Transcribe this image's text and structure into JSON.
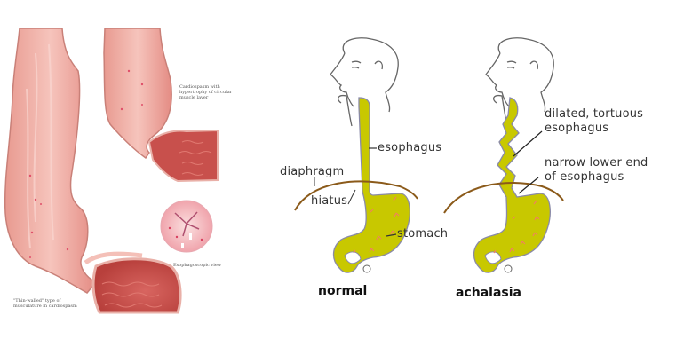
{
  "left_illustration": {
    "labels": {
      "cardiospasm": "Cardiospasm with hypertrophy of circular muscle layer",
      "cardiospasm_lines": [
        "Cardiospasm with",
        "hypertrophy of circular",
        "muscle layer"
      ],
      "endoscopic": "Esophagoscopic view",
      "thin_walled_lines": [
        "\"Thin-walled\" type of",
        "musculature in cardiospasm"
      ]
    },
    "colors": {
      "tissue": "#f0a8a0",
      "tissue_dark": "#d9746c",
      "stomach": "#c8504c",
      "highlight": "#ffffff"
    }
  },
  "right_diagram": {
    "normal": {
      "caption": "normal",
      "labels": {
        "esophagus": "esophagus",
        "diaphragm": "diaphragm",
        "hiatus": "hiatus",
        "stomach": "stomach"
      }
    },
    "achalasia": {
      "caption": "achalasia",
      "labels": {
        "dilated_line1": "dilated, tortuous",
        "dilated_line2": "esophagus",
        "narrow_line1": "narrow lower end",
        "narrow_line2": "of esophagus"
      }
    },
    "colors": {
      "organ_fill": "#c8c800",
      "organ_outline": "#8888aa",
      "diaphragm": "#8b5a1a",
      "folds": "#f08060",
      "outline": "#555555"
    }
  }
}
